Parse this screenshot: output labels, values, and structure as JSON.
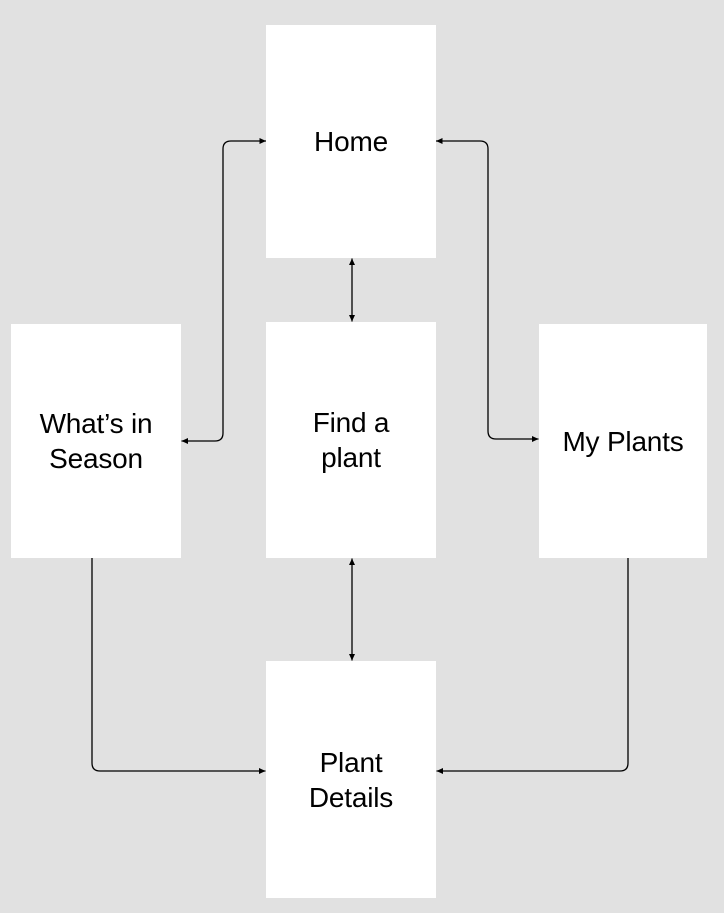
{
  "colors": {
    "background": "#e1e1e1",
    "node-fill": "#ffffff",
    "line-color": "#000000",
    "text-color": "#000000"
  },
  "nodes": {
    "home": {
      "label": "Home",
      "lines": [
        "Home"
      ]
    },
    "whats_in_season": {
      "label": "What’s in Season",
      "lines": [
        "What’s in",
        "Season"
      ]
    },
    "find_a_plant": {
      "label": "Find a plant",
      "lines": [
        "Find a",
        "plant"
      ]
    },
    "my_plants": {
      "label": "My Plants",
      "lines": [
        "My Plants"
      ]
    },
    "plant_details": {
      "label": "Plant Details",
      "lines": [
        "Plant",
        "Details"
      ]
    }
  },
  "edges": [
    {
      "from": "Home",
      "to": "Find a plant",
      "arrows": "both"
    },
    {
      "from": "Home",
      "to": "What’s in Season",
      "arrows": "both"
    },
    {
      "from": "Home",
      "to": "My Plants",
      "arrows": "both"
    },
    {
      "from": "Find a plant",
      "to": "Plant Details",
      "arrows": "both"
    },
    {
      "from": "What’s in Season",
      "to": "Plant Details",
      "arrows": "end"
    },
    {
      "from": "My Plants",
      "to": "Plant Details",
      "arrows": "end"
    }
  ]
}
